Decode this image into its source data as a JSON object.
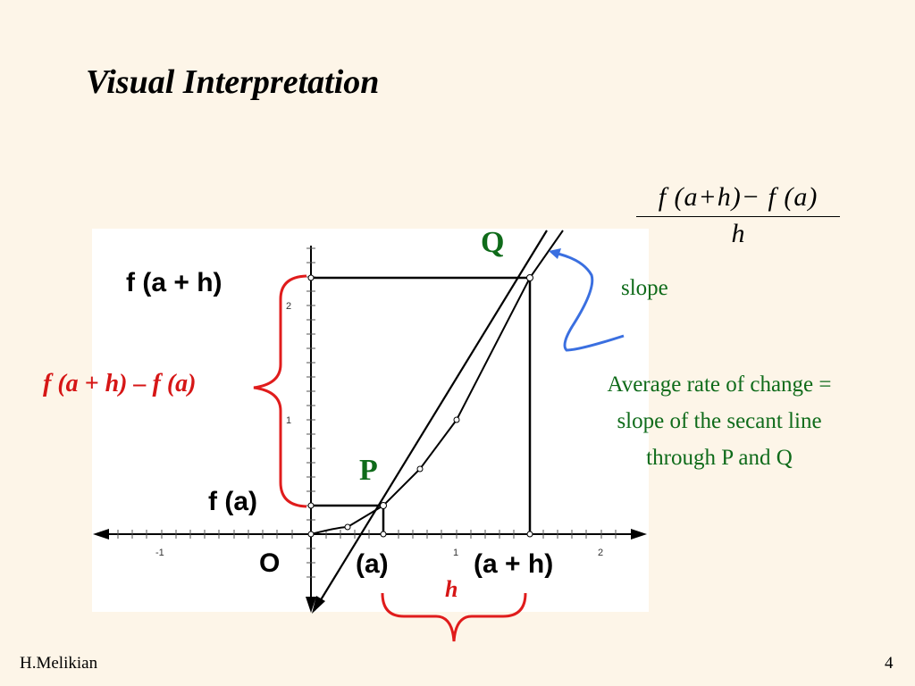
{
  "slide": {
    "title": "Visual Interpretation",
    "author": "H.Melikian",
    "page_number": "4"
  },
  "formula": {
    "numerator": "f (a+h)− f (a)",
    "denominator": "h"
  },
  "annotations": {
    "slope": "slope",
    "average_rate": "Average rate of change = slope of the secant line through P and Q",
    "difference": "f (a + h) – f (a)",
    "h": "h"
  },
  "diagram": {
    "point_q": "Q",
    "point_p": "P",
    "label_f_a_plus_h": "f (a + h)",
    "label_f_a": "f (a)",
    "label_origin": "O",
    "label_a": "(a)",
    "label_a_plus_h": "(a + h)",
    "x_ticks": [
      "-1",
      "1",
      "2"
    ],
    "y_ticks": [
      "1",
      "2"
    ]
  },
  "colors": {
    "background": "#fdf5e8",
    "green": "#0f6b1a",
    "red": "#d61616",
    "blue": "#3a6fe0"
  }
}
